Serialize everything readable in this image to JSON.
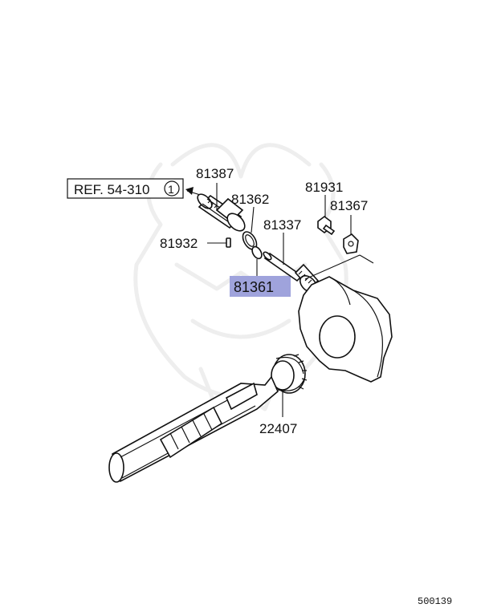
{
  "reference": {
    "text": "REF. 54-310",
    "circled": "1"
  },
  "parts": {
    "p81387": "81387",
    "p81362": "81362",
    "p81931": "81931",
    "p81367": "81367",
    "p81337": "81337",
    "p81932": "81932",
    "p81361": "81361",
    "p22407": "22407"
  },
  "highlight_color": "#9fa3dc",
  "footer_code": "500139"
}
